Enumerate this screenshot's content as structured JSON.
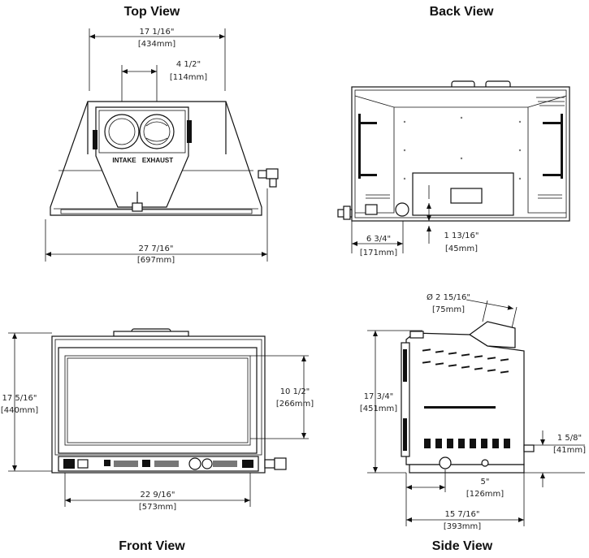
{
  "views": {
    "top": {
      "title": "Top View",
      "width_in": "17 1/16\"",
      "width_mm": "[434mm]",
      "spacing_in": "4 1/2\"",
      "spacing_mm": "[114mm]",
      "overall_in": "27 7/16\"",
      "overall_mm": "[697mm]",
      "intake_label": "INTAKE",
      "exhaust_label": "EXHAUST"
    },
    "back": {
      "title": "Back View",
      "offset_in": "6 3/4\"",
      "offset_mm": "[171mm]",
      "height_in": "1 13/16\"",
      "height_mm": "[45mm]"
    },
    "front": {
      "title": "Front View",
      "height_in": "17 5/16\"",
      "height_mm": "[440mm]",
      "glass_in": "10 1/2\"",
      "glass_mm": "[266mm]",
      "width_in": "22 9/16\"",
      "width_mm": "[573mm]"
    },
    "side": {
      "title": "Side View",
      "diameter_in": "Ø 2 15/16\"",
      "diameter_mm": "[75mm]",
      "height_in": "17 3/4\"",
      "height_mm": "[451mm]",
      "standoff_in": "1 5/8\"",
      "standoff_mm": "[41mm]",
      "collar_in": "5\"",
      "collar_mm": "[126mm]",
      "depth_in": "15 7/16\"",
      "depth_mm": "[393mm]"
    }
  }
}
